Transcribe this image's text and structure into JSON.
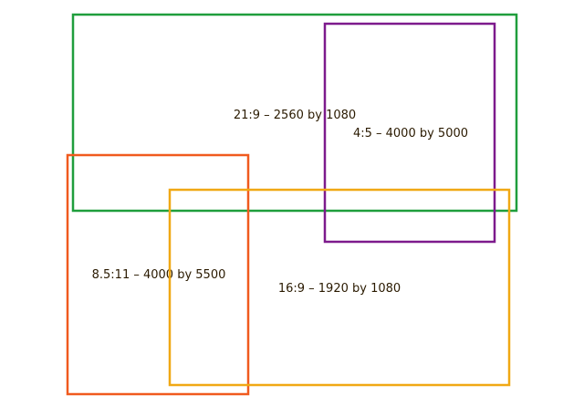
{
  "title": "Aspect ratio comparison",
  "boxes": [
    {
      "id": "widescreen-21-9",
      "label": "21:9 – 2560 by 1080",
      "color": "#1f9e3c"
    },
    {
      "id": "portrait-4-5",
      "label": "4:5 – 4000 by 5000",
      "color": "#7d1a8c"
    },
    {
      "id": "letter-8-5-11",
      "label": "8.5:11 – 4000 by 5500",
      "color": "#f05a1e"
    },
    {
      "id": "hd-16-9",
      "label": "16:9 – 1920 by 1080",
      "color": "#f0a814"
    }
  ]
}
